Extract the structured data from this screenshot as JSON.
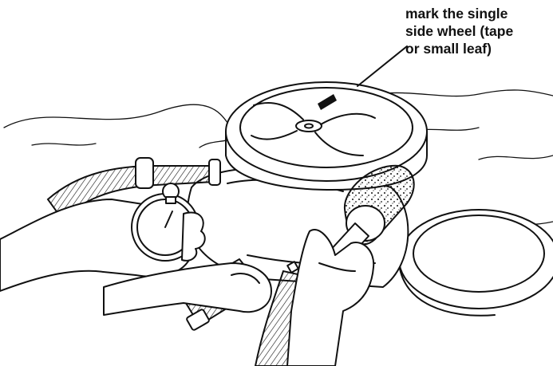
{
  "callout": {
    "lines": [
      "mark the single",
      "side wheel (tape",
      "or small leaf)"
    ]
  },
  "colors": {
    "line": "#111111",
    "background": "#ffffff"
  }
}
